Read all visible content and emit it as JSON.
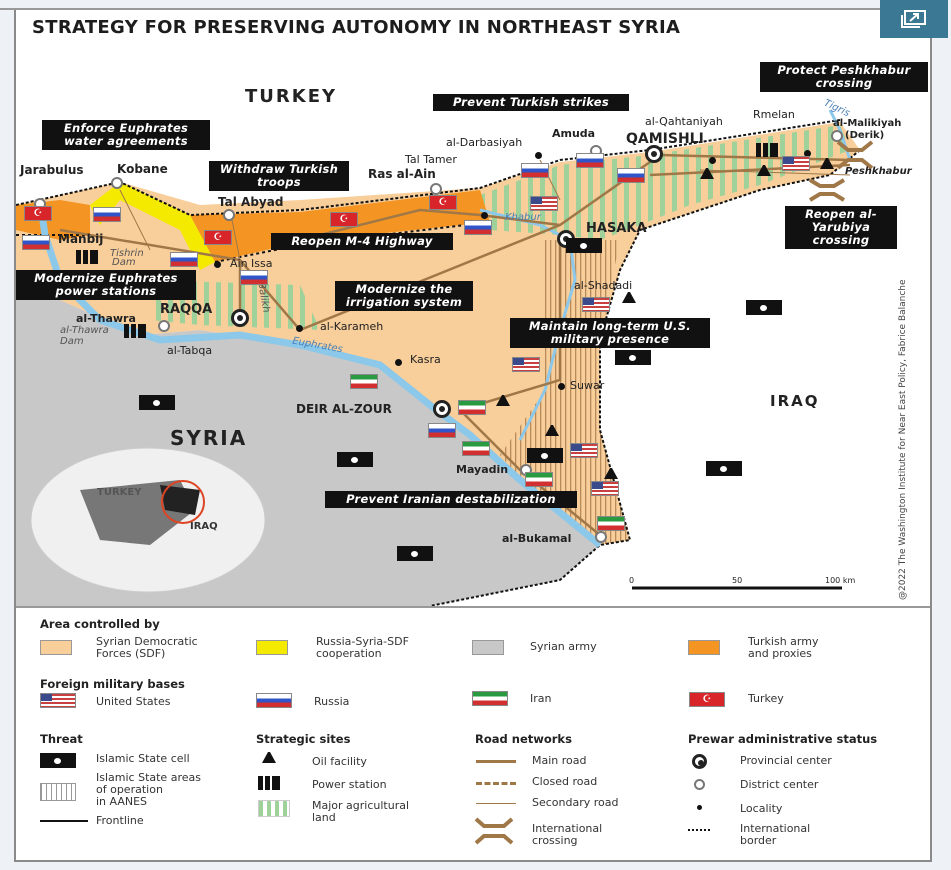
{
  "title": "STRATEGY FOR PRESERVING AUTONOMY IN NORTHEAST SYRIA",
  "expand_icon": "expand-image-icon",
  "colors": {
    "sdf": "#f8cf9b",
    "russia_syria_sdf": "#f4ea00",
    "syrian_army": "#c8c8c8",
    "turkish": "#f39423",
    "river": "#8cc8ea",
    "road": "#a07848",
    "agri": "#9fd29a",
    "expand_button": "#3a7893"
  },
  "countries": {
    "turkey": "TURKEY",
    "syria": "SYRIA",
    "iraq": "IRAQ"
  },
  "callouts": [
    "Enforce Euphrates water agreements",
    "Withdraw Turkish troops",
    "Prevent Turkish strikes",
    "Protect Peshkhabur crossing",
    "Reopen M-4 Highway",
    "Reopen al-Yarubiya crossing",
    "Modernize Euphrates power stations",
    "Modernize the irrigation system",
    "Maintain long-term U.S. military presence",
    "Prevent Iranian destabilization"
  ],
  "places": {
    "jarabulus": "Jarabulus",
    "kobane": "Kobane",
    "tal_abyad": "Tal Abyad",
    "ras_al_ain": "Ras al-Ain",
    "tal_tamer": "Tal Tamer",
    "al_darbasiyah": "al-Darbasiyah",
    "amuda": "Amuda",
    "qamishli": "QAMISHLI",
    "al_qahtaniyah": "al-Qahtaniyah",
    "rmelan": "Rmelan",
    "al_malikiyah": "al-Malikiyah",
    "derik": "(Derik)",
    "peshkhabur": "Peshkhabur",
    "hasaka": "HASAKA",
    "manbij": "Manbij",
    "tishrin": "Tishrin",
    "dam": "Dam",
    "ain_issa": "Ain Issa",
    "raqqa": "RAQQA",
    "al_thawra": "al-Thawra",
    "al_thawra_dam": "al-Thawra",
    "al_tabqa": "al-Tabqa",
    "al_karameh": "al-Karameh",
    "kasra": "Kasra",
    "al_shadadi": "al-Shadadi",
    "suwar": "Suwar",
    "deir_al_zour": "DEIR AL-ZOUR",
    "mayadin": "Mayadin",
    "al_bukamal": "al-Bukamal"
  },
  "rivers": {
    "tigris": "Tigris",
    "khabur": "Khabur",
    "balikh": "Balikh",
    "euphrates": "Euphrates"
  },
  "globe": {
    "turkey": "TURKEY",
    "iraq": "IRAQ"
  },
  "scale": {
    "ticks": [
      "0",
      "50",
      "100 km"
    ]
  },
  "credit": "@2022 The Washington Institute for Near East Policy, Fabrice Balanche",
  "legend": {
    "area_heading": "Area controlled by",
    "areas": [
      [
        "Syrian Democratic",
        "Forces (SDF)"
      ],
      [
        "Russia-Syria-SDF",
        "cooperation"
      ],
      [
        "Syrian army",
        ""
      ],
      [
        "Turkish army",
        "and proxies"
      ]
    ],
    "bases_heading": "Foreign military bases",
    "bases": [
      "United States",
      "Russia",
      "Iran",
      "Turkey"
    ],
    "threat_heading": "Threat",
    "threat": {
      "cell": "Islamic State cell",
      "areas": [
        "Islamic State areas",
        "of operation",
        "in AANES"
      ],
      "frontline": "Frontline"
    },
    "sites_heading": "Strategic sites",
    "sites": {
      "oil": "Oil facility",
      "power": "Power station",
      "agri": [
        "Major agricultural",
        "land"
      ]
    },
    "roads_heading": "Road networks",
    "roads": {
      "main": "Main road",
      "closed": "Closed road",
      "secondary": "Secondary road",
      "crossing": [
        "International",
        "crossing"
      ]
    },
    "status_heading": "Prewar administrative status",
    "status": {
      "provincial": "Provincial center",
      "district": "District center",
      "locality": "Locality",
      "border": [
        "International",
        "border"
      ]
    }
  }
}
